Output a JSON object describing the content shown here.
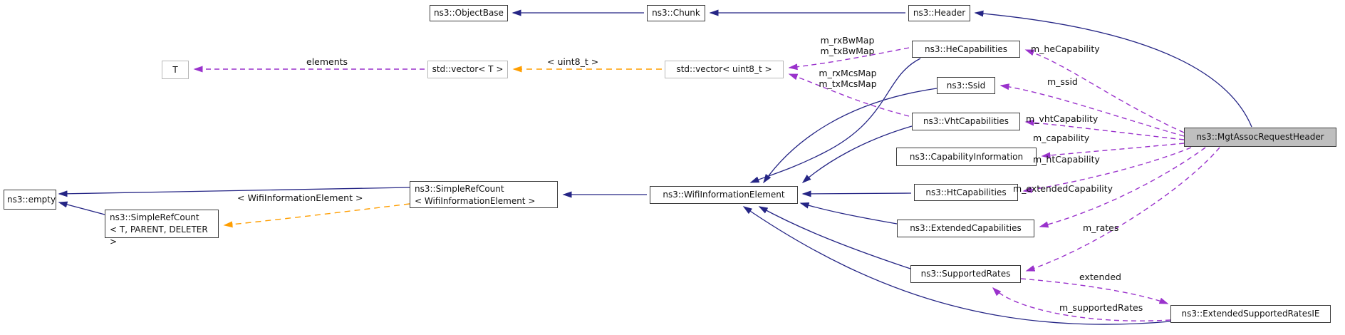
{
  "nodes": [
    {
      "id": "objectbase",
      "label": "ns3::ObjectBase"
    },
    {
      "id": "chunk",
      "label": "ns3::Chunk"
    },
    {
      "id": "header",
      "label": "ns3::Header"
    },
    {
      "id": "t",
      "label": "T"
    },
    {
      "id": "vector-t",
      "label": "std::vector< T >"
    },
    {
      "id": "vector-uint8",
      "label": "std::vector< uint8_t >"
    },
    {
      "id": "hecapabilities",
      "label": "ns3::HeCapabilities"
    },
    {
      "id": "ssid",
      "label": "ns3::Ssid"
    },
    {
      "id": "vhtcapabilities",
      "label": "ns3::VhtCapabilities"
    },
    {
      "id": "capabilityinformation",
      "label": "ns3::CapabilityInformation"
    },
    {
      "id": "htcapabilities",
      "label": "ns3::HtCapabilities"
    },
    {
      "id": "extendedcapabilities",
      "label": "ns3::ExtendedCapabilities"
    },
    {
      "id": "supportedrates",
      "label": "ns3::SupportedRates"
    },
    {
      "id": "extendedsupportedratesie",
      "label": "ns3::ExtendedSupportedRatesIE"
    },
    {
      "id": "mgtassocrequestheader",
      "label": "ns3::MgtAssocRequestHeader"
    },
    {
      "id": "wifiinformationelement",
      "label": "ns3::WifiInformationElement"
    },
    {
      "id": "simplerefcount-wifiie",
      "label": "ns3::SimpleRefCount\n< WifiInformationElement >"
    },
    {
      "id": "empty",
      "label": "ns3::empty"
    },
    {
      "id": "simplerefcount-tpd",
      "label": "ns3::SimpleRefCount\n< T, PARENT, DELETER >"
    }
  ],
  "edge_labels": [
    {
      "id": "elements",
      "text": "elements"
    },
    {
      "id": "uint8-template",
      "text": "< uint8_t >"
    },
    {
      "id": "bwmap",
      "text": "m_rxBwMap\nm_txBwMap"
    },
    {
      "id": "mcsmap",
      "text": "m_rxMcsMap\nm_txMcsMap"
    },
    {
      "id": "he-capability",
      "text": "m_heCapability"
    },
    {
      "id": "ssid",
      "text": "m_ssid"
    },
    {
      "id": "vht-capability",
      "text": "m_vhtCapability"
    },
    {
      "id": "capability",
      "text": "m_capability"
    },
    {
      "id": "ht-capability",
      "text": "m_htCapability"
    },
    {
      "id": "extended-capability",
      "text": "m_extendedCapability"
    },
    {
      "id": "rates",
      "text": "m_rates"
    },
    {
      "id": "extended",
      "text": "extended"
    },
    {
      "id": "supported-rates",
      "text": "m_supportedRates"
    },
    {
      "id": "wifiie-template",
      "text": "< WifiInformationElement >"
    }
  ],
  "colors": {
    "inheritance_edge": "#252585",
    "usage_edge": "#9a32cc",
    "template_edge": "#ff9e00",
    "node_background": "#ffffff",
    "node_border": "#3c3c3c",
    "external_node_border": "#b8b8b8",
    "highlighted_node_background": "#bfbfbf"
  }
}
